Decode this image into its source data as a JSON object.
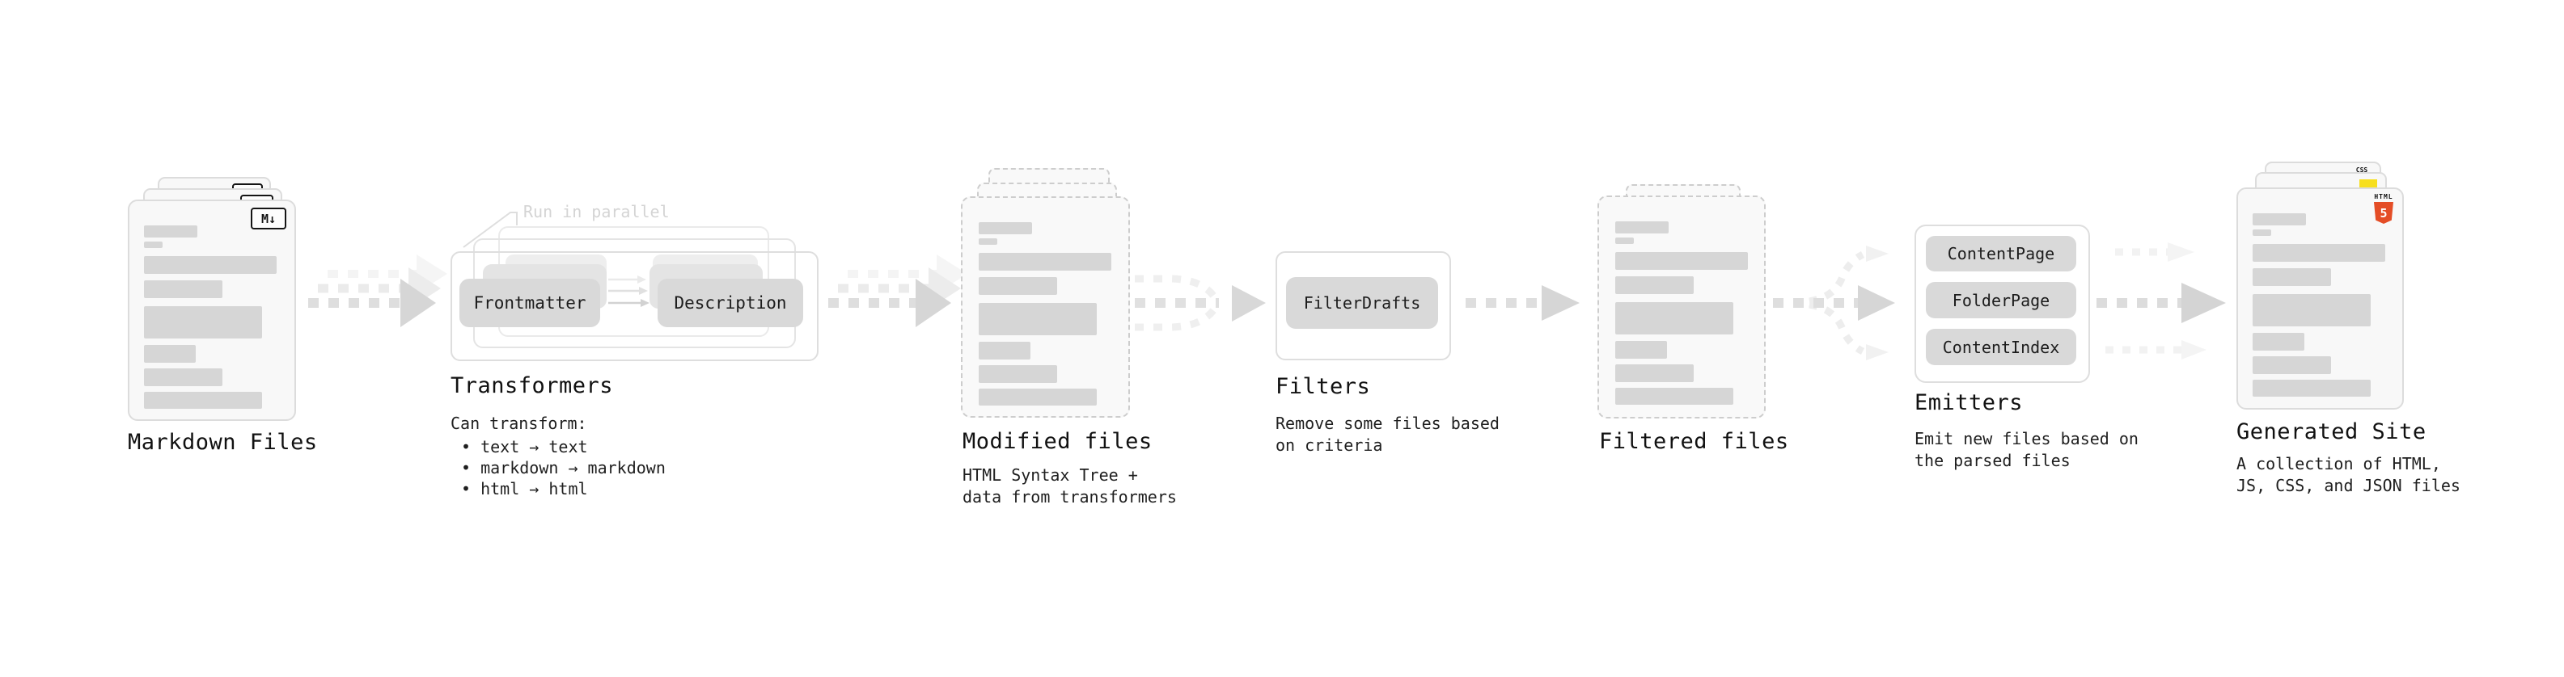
{
  "stages": {
    "markdown": {
      "title": "Markdown Files",
      "badge": "M↓"
    },
    "transformers": {
      "title": "Transformers",
      "annotation": "Run in parallel",
      "box1": "Frontmatter",
      "box2": "Description",
      "desc_heading": "Can transform:",
      "bullet1": "• text → text",
      "bullet2": "• markdown → markdown",
      "bullet3": "• html → html"
    },
    "modified": {
      "title": "Modified files",
      "desc1": "HTML Syntax Tree +",
      "desc2": "data from transformers"
    },
    "filters": {
      "title": "Filters",
      "box": "FilterDrafts",
      "desc1": "Remove some files based",
      "desc2": "on criteria"
    },
    "filtered": {
      "title": "Filtered files"
    },
    "emitters": {
      "title": "Emitters",
      "box1": "ContentPage",
      "box2": "FolderPage",
      "box3": "ContentIndex",
      "desc1": "Emit new files based on",
      "desc2": "the parsed files"
    },
    "generated": {
      "title": "Generated Site",
      "desc1": "A collection of HTML,",
      "desc2": "JS, CSS, and JSON files",
      "badge_css": "CSS",
      "badge_html_label": "HTML",
      "badge_html_number": "5"
    }
  },
  "colors": {
    "accent_blue": "#2563eb",
    "accent_yellow": "#f7df1e",
    "accent_orange": "#e44d26"
  }
}
